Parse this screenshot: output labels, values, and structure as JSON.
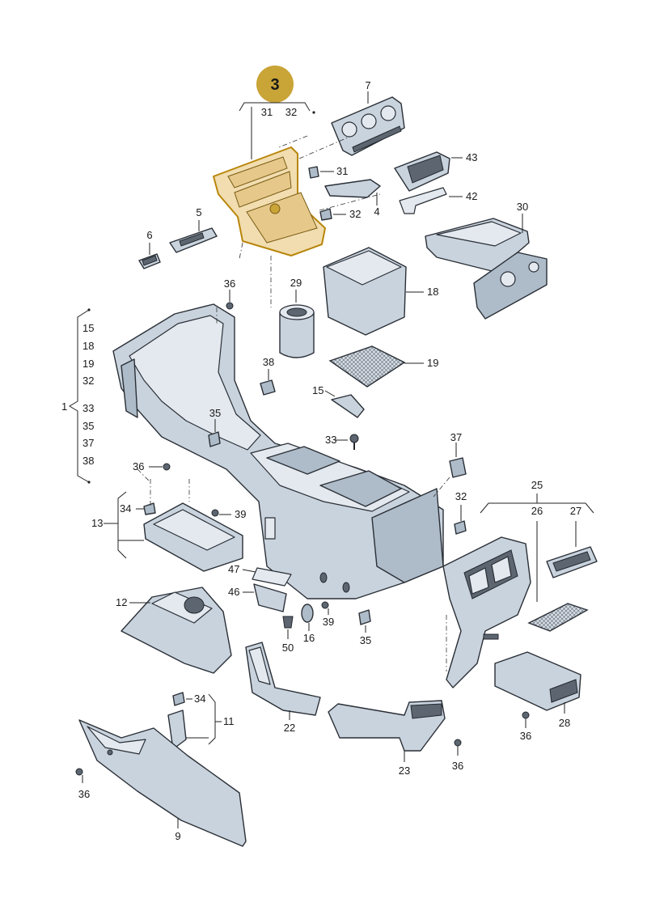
{
  "callout": {
    "number": "3",
    "sub_labels": [
      "31",
      "32"
    ],
    "color": "#c9a437"
  },
  "labels": {
    "l7": "7",
    "l43": "43",
    "l42": "42",
    "l31": "31",
    "l32a": "32",
    "l4": "4",
    "l5": "5",
    "l6": "6",
    "l30": "30",
    "l36a": "36",
    "l29": "29",
    "l18": "18",
    "l19": "19",
    "l38": "38",
    "l15": "15",
    "l35a": "35",
    "l33": "33",
    "l37": "37",
    "l36b": "36",
    "l34a": "34",
    "l39a": "39",
    "l13": "13",
    "l32b": "32",
    "l25": "25",
    "l26": "26",
    "l27": "27",
    "l47": "47",
    "l46": "46",
    "l12": "12",
    "l39b": "39",
    "l16": "16",
    "l50": "50",
    "l35b": "35",
    "l22": "22",
    "l34b": "34",
    "l11": "11",
    "l23": "23",
    "l36c": "36",
    "l36d": "36",
    "l28": "28",
    "l36e": "36",
    "l9": "9",
    "l1": "1"
  },
  "group1_list": [
    "15",
    "18",
    "19",
    "32",
    "33",
    "35",
    "37",
    "38"
  ]
}
